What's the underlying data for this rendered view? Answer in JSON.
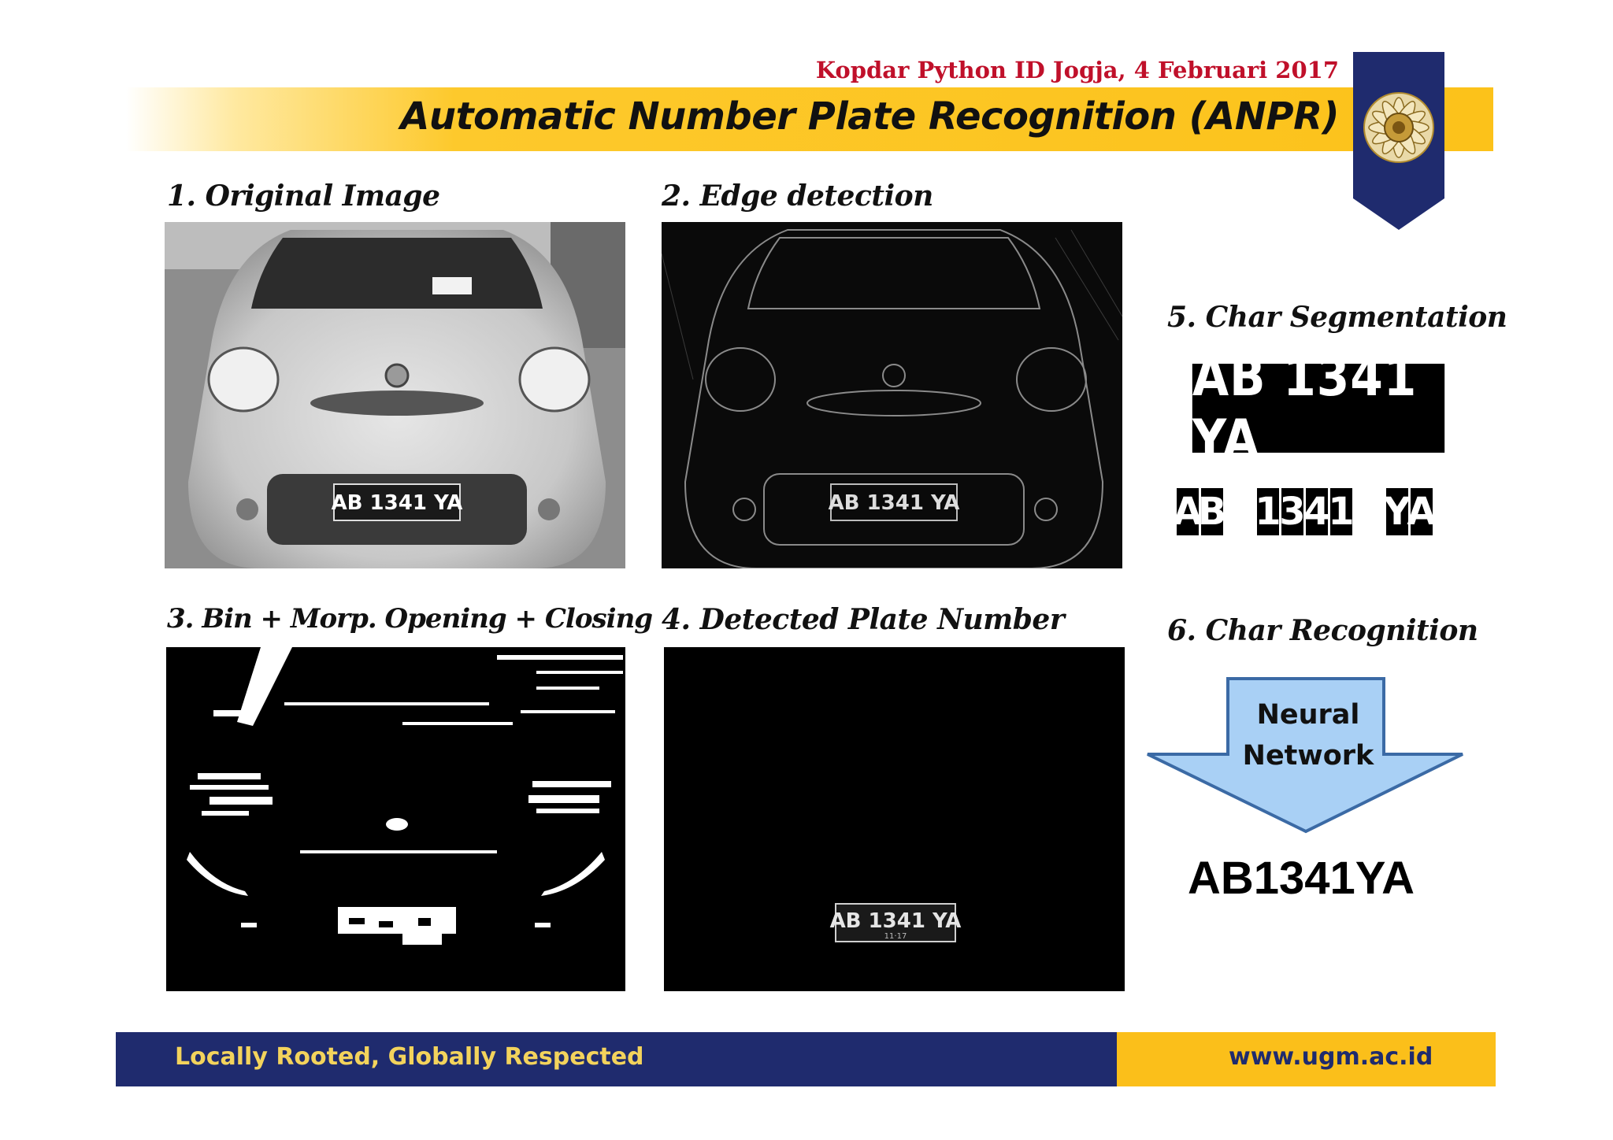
{
  "header": {
    "event": "Kopdar Python ID Jogja, 4 Februari 2017",
    "title": "Automatic Number Plate Recognition (ANPR)",
    "emblem_icon": "ugm-emblem-icon"
  },
  "steps": [
    {
      "label": "1. Original Image"
    },
    {
      "label": "2. Edge detection"
    },
    {
      "label": "3. Bin + Morp. Opening + Closing"
    },
    {
      "label": "4. Detected Plate Number"
    },
    {
      "label": "5. Char Segmentation"
    },
    {
      "label": "6. Char Recognition"
    }
  ],
  "plate": {
    "main": "AB 1341 YA",
    "sub": "11·17",
    "segmented_groups": [
      [
        "A",
        "B"
      ],
      [
        "1",
        "3",
        "4",
        "1"
      ],
      [
        "Y",
        "A"
      ]
    ]
  },
  "recognition": {
    "arrow_line1": "Neural",
    "arrow_line2": "Network",
    "result": "AB1341YA"
  },
  "footer": {
    "tagline": "Locally Rooted, Globally Respected",
    "url": "www.ugm.ac.id"
  },
  "colors": {
    "event_red": "#c0102a",
    "gold": "#fcc21a",
    "navy": "#1f2b6e",
    "arrow_fill": "#a9d0f5",
    "arrow_stroke": "#3b6aa5"
  }
}
